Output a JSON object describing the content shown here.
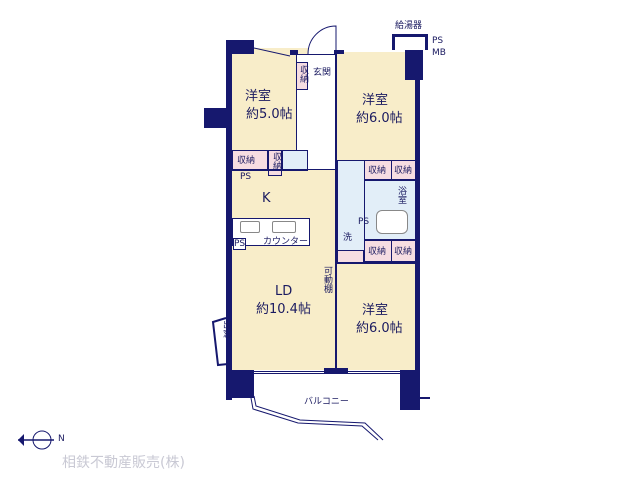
{
  "rooms": {
    "western1": {
      "name": "洋室",
      "size": "約5.0帖"
    },
    "western2": {
      "name": "洋室",
      "size": "約6.0帖"
    },
    "western3": {
      "name": "洋室",
      "size": "約6.0帖"
    },
    "ld": {
      "name": "LD",
      "size": "約10.4帖"
    },
    "kitchen": "K",
    "entrance": "玄関",
    "bath": "浴室",
    "washer": "洗",
    "balcony": "バルコニー",
    "counter": "カウンター",
    "bay_window": "出窓",
    "shelf": "可動棚"
  },
  "storage_label": "収納",
  "ps_label": "PS",
  "mb_label": "MB",
  "water_heater": "給湯器",
  "company": "相鉄不動産販売(株)",
  "compass": "N",
  "colors": {
    "wall": "#16186e",
    "room": "#f8edc9",
    "storage": "#f6dde2",
    "wet": "#e2eef8"
  }
}
